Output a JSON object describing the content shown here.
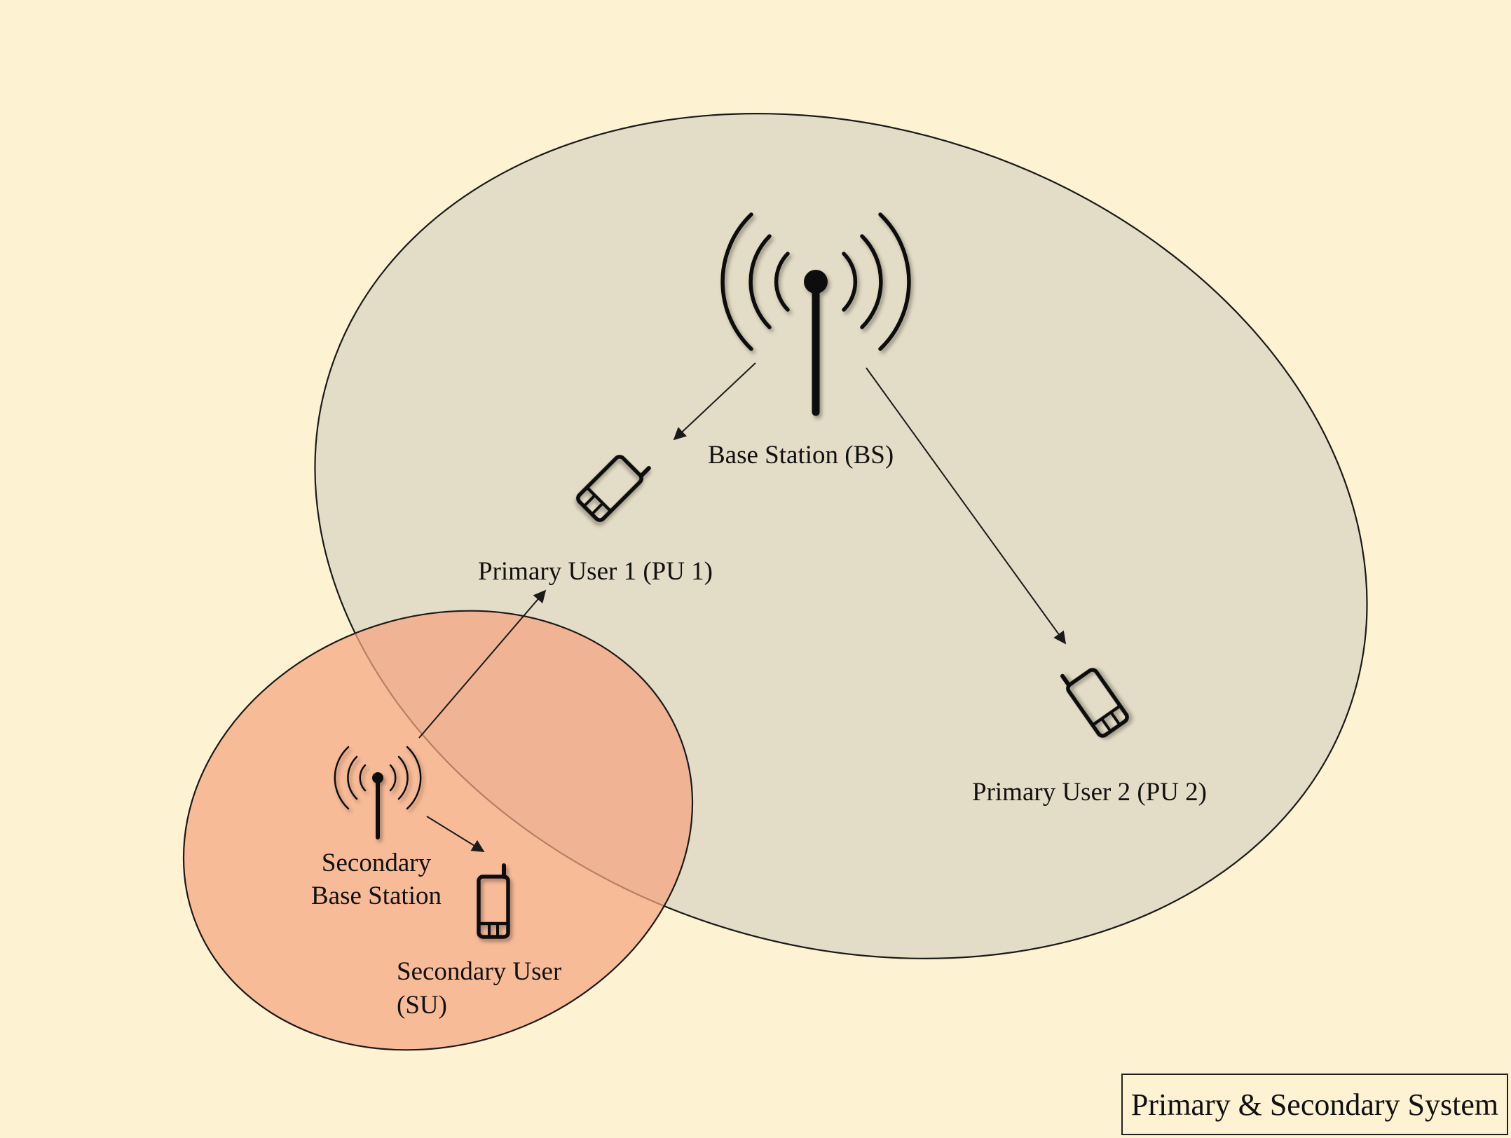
{
  "colors": {
    "background": "#fdf2d1",
    "primary_coverage": "#e3dcc6",
    "secondary_coverage": "#f5a582",
    "outline": "#1a1a1a"
  },
  "nodes": {
    "base_station": {
      "label": "Base Station (BS)",
      "icon": "antenna-tower-icon"
    },
    "primary_user_1": {
      "label": "Primary User 1 (PU 1)",
      "icon": "mobile-phone-icon"
    },
    "primary_user_2": {
      "label": "Primary User 2 (PU 2)",
      "icon": "mobile-phone-icon"
    },
    "secondary_base_station": {
      "label_line1": "Secondary",
      "label_line2": "Base Station",
      "icon": "antenna-tower-icon"
    },
    "secondary_user": {
      "label_line1": "Secondary User",
      "label_line2": "(SU)",
      "icon": "mobile-phone-icon"
    }
  },
  "links": [
    {
      "from": "Base Station (BS)",
      "to": "Primary User 1 (PU 1)"
    },
    {
      "from": "Base Station (BS)",
      "to": "Primary User 2 (PU 2)"
    },
    {
      "from": "Secondary Base Station",
      "to": "Primary User 1 (PU 1)"
    },
    {
      "from": "Secondary Base Station",
      "to": "Secondary User (SU)"
    }
  ],
  "caption": "Primary & Secondary System"
}
